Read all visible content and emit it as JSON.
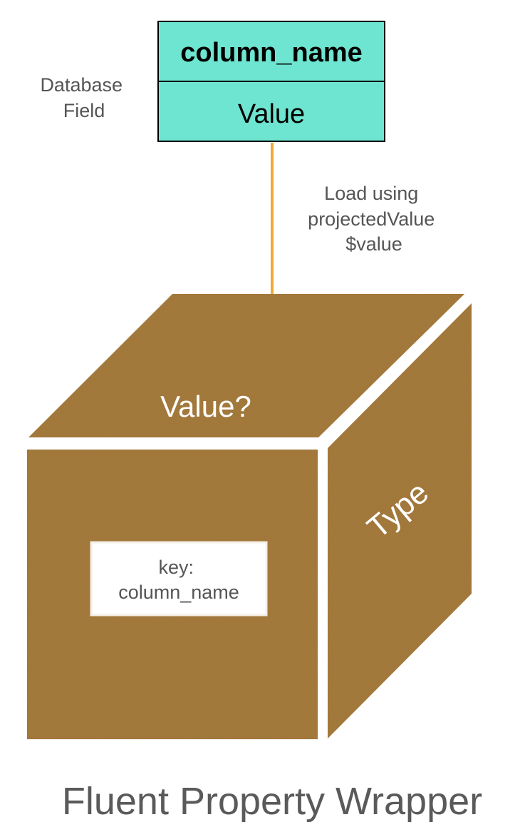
{
  "database_field": {
    "label_lines": [
      "Database",
      "Field"
    ],
    "header": "column_name",
    "value": "Value",
    "fill_color": "#6ee5d0"
  },
  "arrow": {
    "label_lines": [
      "Load using",
      "projectedValue",
      "$value"
    ],
    "color": "#f0a931"
  },
  "box": {
    "top_label": "Value?",
    "side_label": "Type",
    "key_label_lines": [
      "key:",
      "column_name"
    ],
    "color": "#a67c3e"
  },
  "caption": "Fluent Property Wrapper"
}
